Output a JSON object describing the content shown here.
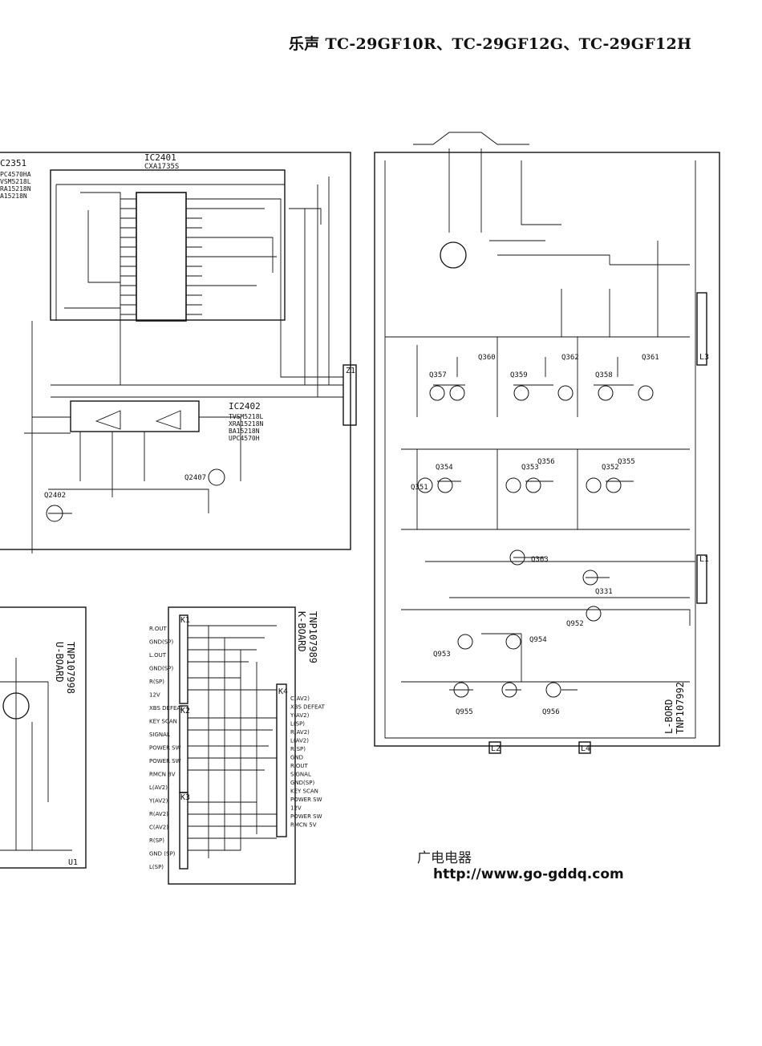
{
  "header": {
    "title": "乐声 TC-29GF10R、TC-29GF12G、TC-29GF12H"
  },
  "ic2401": {
    "ref": "IC2401",
    "part": "CXA1735S"
  },
  "ic2402": {
    "ref": "IC2402",
    "parts": [
      "TVSM5218L",
      "XRA15218N",
      "BA15218N",
      "UPC4570H"
    ]
  },
  "ic2351": {
    "ref": "C2351",
    "parts": [
      "PC4570HA",
      "VSM5218L",
      "RA15218N",
      "A15218N"
    ]
  },
  "transistors": {
    "q2402": "Q2402",
    "q2407": "Q2407",
    "q357": "Q357",
    "q359": "Q359",
    "q358": "Q358",
    "q360": "Q360",
    "q362": "Q362",
    "q361": "Q361",
    "q351": "Q351",
    "q354": "Q354",
    "q353": "Q353",
    "q356": "Q356",
    "q352": "Q352",
    "q355": "Q355",
    "q363": "Q363",
    "q331": "Q331",
    "q952": "Q952",
    "q953": "Q953",
    "q954": "Q954",
    "q955": "Q955",
    "q956": "Q956"
  },
  "connectors": {
    "z1": "Z1",
    "l1": "L1",
    "l2": "L2",
    "l3": "L3",
    "l4": "L4",
    "k1": "K1",
    "k2": "K2",
    "k3": "K3",
    "k4": "K4",
    "u1": "U1"
  },
  "boards": {
    "u_board": {
      "name": "U-BOARD",
      "code": "TNP107998"
    },
    "k_board": {
      "name": "K-BOARD",
      "code": "TNP107989"
    },
    "l_board": {
      "name": "L-BORD",
      "code": "TNP107992"
    }
  },
  "k_pins_left": [
    "R.OUT",
    "GND(SP)",
    "L.OUT",
    "GND(SP)",
    "R(SP)",
    "12V",
    "XBS DEFEAT",
    "KEY SCAN",
    "SIGNAL",
    "POWER SW",
    "POWER SW",
    "RMCN 8V",
    "L(AV2)",
    "Y(AV2)",
    "R(AV2)",
    "C(AV2)",
    "R(SP)",
    "GND (SP)",
    "L(SP)"
  ],
  "k_pins_right": [
    "C(AV2)",
    "XBS DEFEAT",
    "Y(AV2)",
    "L(SP)",
    "R(AV2)",
    "L(AV2)",
    "R(SP)",
    "GND",
    "R.OUT",
    "SIGNAL",
    "GND(SP)",
    "KEY SCAN",
    "POWER SW",
    "12V",
    "POWER SW",
    "RMCN 5V"
  ],
  "footer": {
    "company": "广电电器",
    "url": "http://www.go-gddq.com"
  }
}
